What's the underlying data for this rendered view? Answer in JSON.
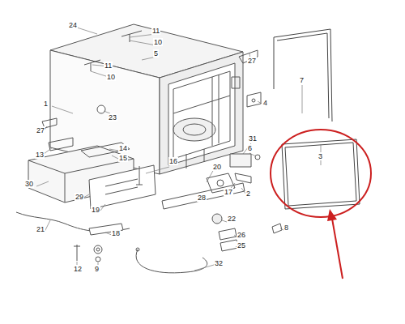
{
  "diagram": {
    "labels": [
      "24",
      "11",
      "10",
      "5",
      "27",
      "7",
      "11",
      "10",
      "4",
      "1",
      "23",
      "27",
      "13",
      "14",
      "15",
      "31",
      "6",
      "16",
      "20",
      "3",
      "17",
      "2",
      "30",
      "29",
      "28",
      "19",
      "22",
      "8",
      "21",
      "18",
      "26",
      "25",
      "12",
      "9",
      "32"
    ]
  }
}
